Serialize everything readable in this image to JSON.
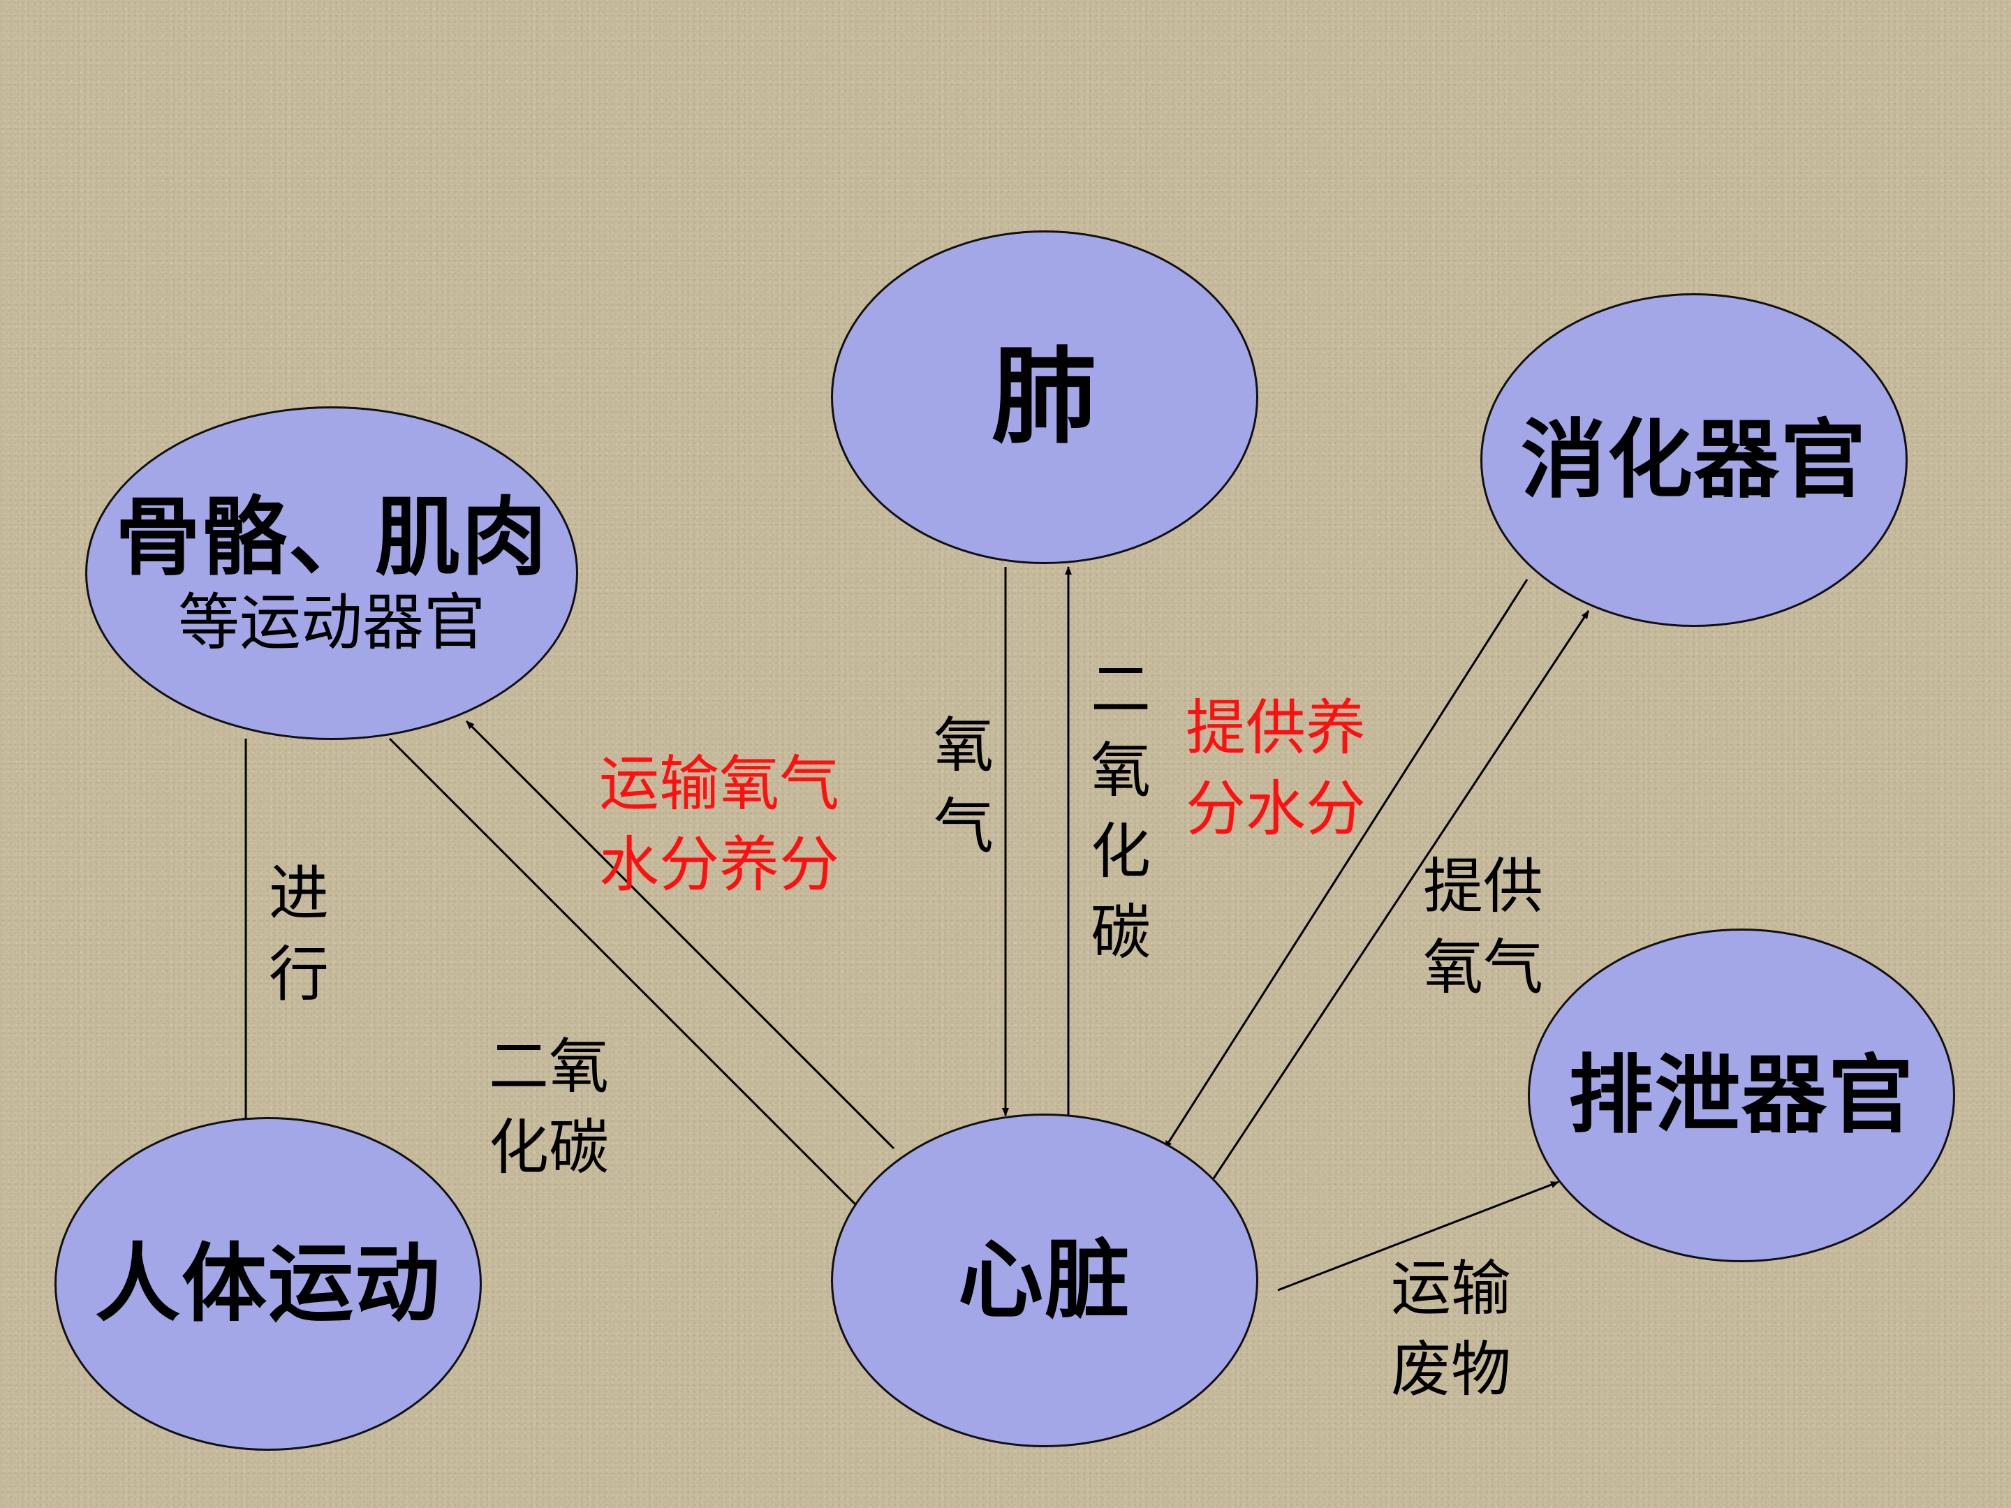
{
  "nodes": {
    "lung": {
      "label": "肺"
    },
    "digestive": {
      "label": "消化器官"
    },
    "skeletal": {
      "label": "骨骼、肌肉",
      "sublabel": "等运动器官"
    },
    "excretory": {
      "label": "排泄器官"
    },
    "movement": {
      "label": "人体运动"
    },
    "heart": {
      "label": "心脏"
    }
  },
  "edges": {
    "skeletal_to_movement": "进行",
    "skeletal_to_heart": "二氧化碳",
    "heart_to_skeletal": "运输氧气水分养分",
    "lung_to_heart": "氧气",
    "heart_to_lung": "二氧化碳",
    "digestive_to_heart": "提供养分水分",
    "heart_to_digestive": "提供氧气",
    "heart_to_excretory": "运输废物"
  },
  "colors": {
    "node_fill": "#a3a7e8",
    "highlight_text": "#ff1010",
    "background": "#c9bd9f"
  }
}
